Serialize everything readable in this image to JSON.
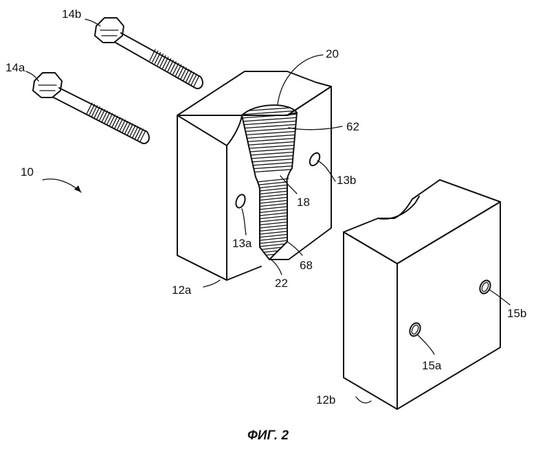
{
  "figure": {
    "caption": "ФИГ. 2",
    "labels": {
      "l10": "10",
      "l14a": "14a",
      "l14b": "14b",
      "l20": "20",
      "l62": "62",
      "l18": "18",
      "l13a": "13a",
      "l13b": "13b",
      "l68": "68",
      "l22": "22",
      "l12a": "12a",
      "l12b": "12b",
      "l15a": "15a",
      "l15b": "15b"
    }
  }
}
